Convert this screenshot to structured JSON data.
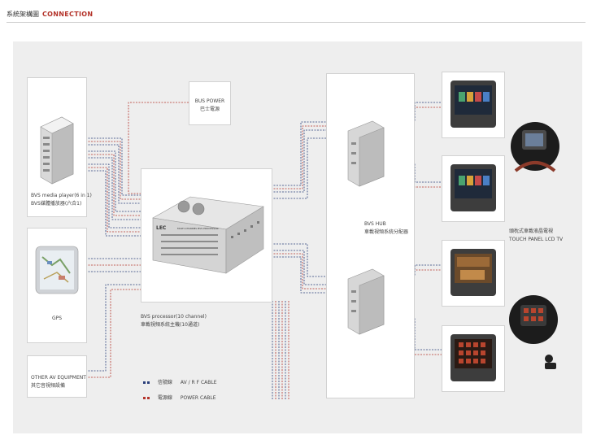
{
  "header": {
    "title": "系統架構圖",
    "accent": "CONNECTION"
  },
  "devices": {
    "media_player": {
      "label_en": "BVS media player(6 in 1)",
      "label_cn": "BVS媒體播放器(六合1)"
    },
    "gps": {
      "label": "GPS"
    },
    "other_av": {
      "label_en": "OTHER AV EQUIPMENT",
      "label_cn": "其它音視頻設備"
    },
    "bus_power": {
      "label_en": "BUS POWER",
      "label_cn": "巴士電源"
    },
    "processor": {
      "label_en": "BVS processor(10 channel)",
      "label_cn": "車載視頻系統主機(10通道)",
      "brand": "LEC",
      "model": "MULTI-CHANNEL BVS PROCESSOR"
    },
    "hub": {
      "label_en": "BVS HUB",
      "label_cn": "車載視頻系統分配器"
    },
    "touch_panel": {
      "label_cn": "頭枕式車載液晶電視",
      "label_en": "TOUCH PANEL LCD TV"
    }
  },
  "legend": {
    "av_cn": "信號線",
    "av_en": "AV / R F CABLE",
    "power_cn": "電源線",
    "power_en": "POWER CABLE"
  },
  "colors": {
    "av_cable": "#2a3f7a",
    "power_cable": "#b4332a",
    "accent": "#b4332a",
    "panel": "#eeeeee"
  }
}
